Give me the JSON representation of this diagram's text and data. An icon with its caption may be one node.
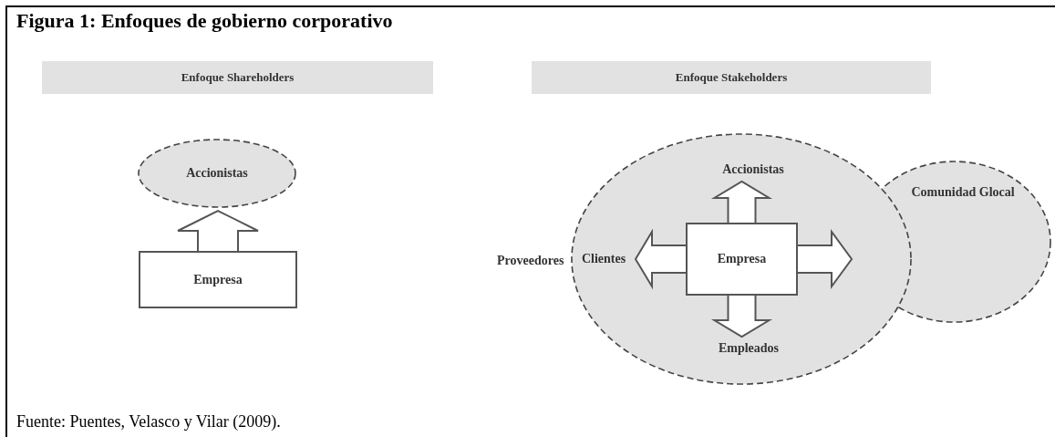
{
  "diagram": {
    "title": "Figura 1: Enfoques de gobierno corporativo",
    "caption": "Fuente: Puentes, Velasco y Vilar (2009).",
    "nodes": [
      {
        "text": [
          "Enfoque Shareholders"
        ]
      },
      {
        "text": [
          "Accionistas"
        ]
      },
      {
        "text": [
          "Empresa"
        ]
      },
      {
        "text": [
          "Enfoque Stakeholders"
        ]
      },
      {
        "text": [],
        "shape": "ellipse"
      },
      {
        "text": [
          "Comunidad Glocal"
        ]
      },
      {
        "text": [
          "Empresa"
        ],
        "in": 4
      },
      {
        "text": [
          "Accionistas"
        ],
        "in": 4
      },
      {
        "text": [
          "Empleados"
        ],
        "in": 4
      },
      {
        "text": [
          "Clientes"
        ],
        "in": 4
      }
    ],
    "edges": [
      {
        "from": 2,
        "to": 1,
        "arrow": "to"
      },
      {
        "from": 6,
        "to": 7,
        "arrow": "to"
      },
      {
        "from": 6,
        "to": 8,
        "arrow": "to"
      },
      {
        "from": 6,
        "to": 9,
        "arrow": "to"
      },
      {
        "from": 6,
        "to": null,
        "arrow": "to"
      }
    ],
    "labels": [
      "Proveedores"
    ]
  }
}
